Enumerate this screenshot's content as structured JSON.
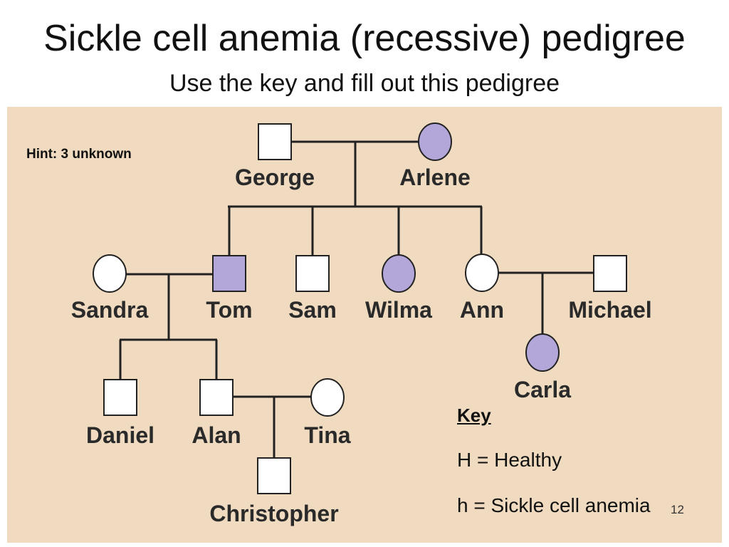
{
  "title": "Sickle cell anemia (recessive) pedigree",
  "subtitle": "Use the key and fill out this pedigree",
  "hint": "Hint: 3 unknown",
  "key": {
    "title": "Key",
    "lines": [
      "H = Healthy",
      "h = Sickle cell anemia"
    ]
  },
  "slide_number": "12",
  "colors": {
    "panel": "#f0dbc0",
    "affected": "#b3a6d8",
    "unaffected": "#ffffff",
    "line": "#222222"
  },
  "people": [
    {
      "name": "George",
      "sex": "male",
      "affected": false
    },
    {
      "name": "Arlene",
      "sex": "female",
      "affected": true
    },
    {
      "name": "Sandra",
      "sex": "female",
      "affected": false
    },
    {
      "name": "Tom",
      "sex": "male",
      "affected": true
    },
    {
      "name": "Sam",
      "sex": "male",
      "affected": false
    },
    {
      "name": "Wilma",
      "sex": "female",
      "affected": true
    },
    {
      "name": "Ann",
      "sex": "female",
      "affected": false
    },
    {
      "name": "Michael",
      "sex": "male",
      "affected": false
    },
    {
      "name": "Carla",
      "sex": "female",
      "affected": true
    },
    {
      "name": "Daniel",
      "sex": "male",
      "affected": false
    },
    {
      "name": "Alan",
      "sex": "male",
      "affected": false
    },
    {
      "name": "Tina",
      "sex": "female",
      "affected": false
    },
    {
      "name": "Christopher",
      "sex": "male",
      "affected": false
    }
  ]
}
